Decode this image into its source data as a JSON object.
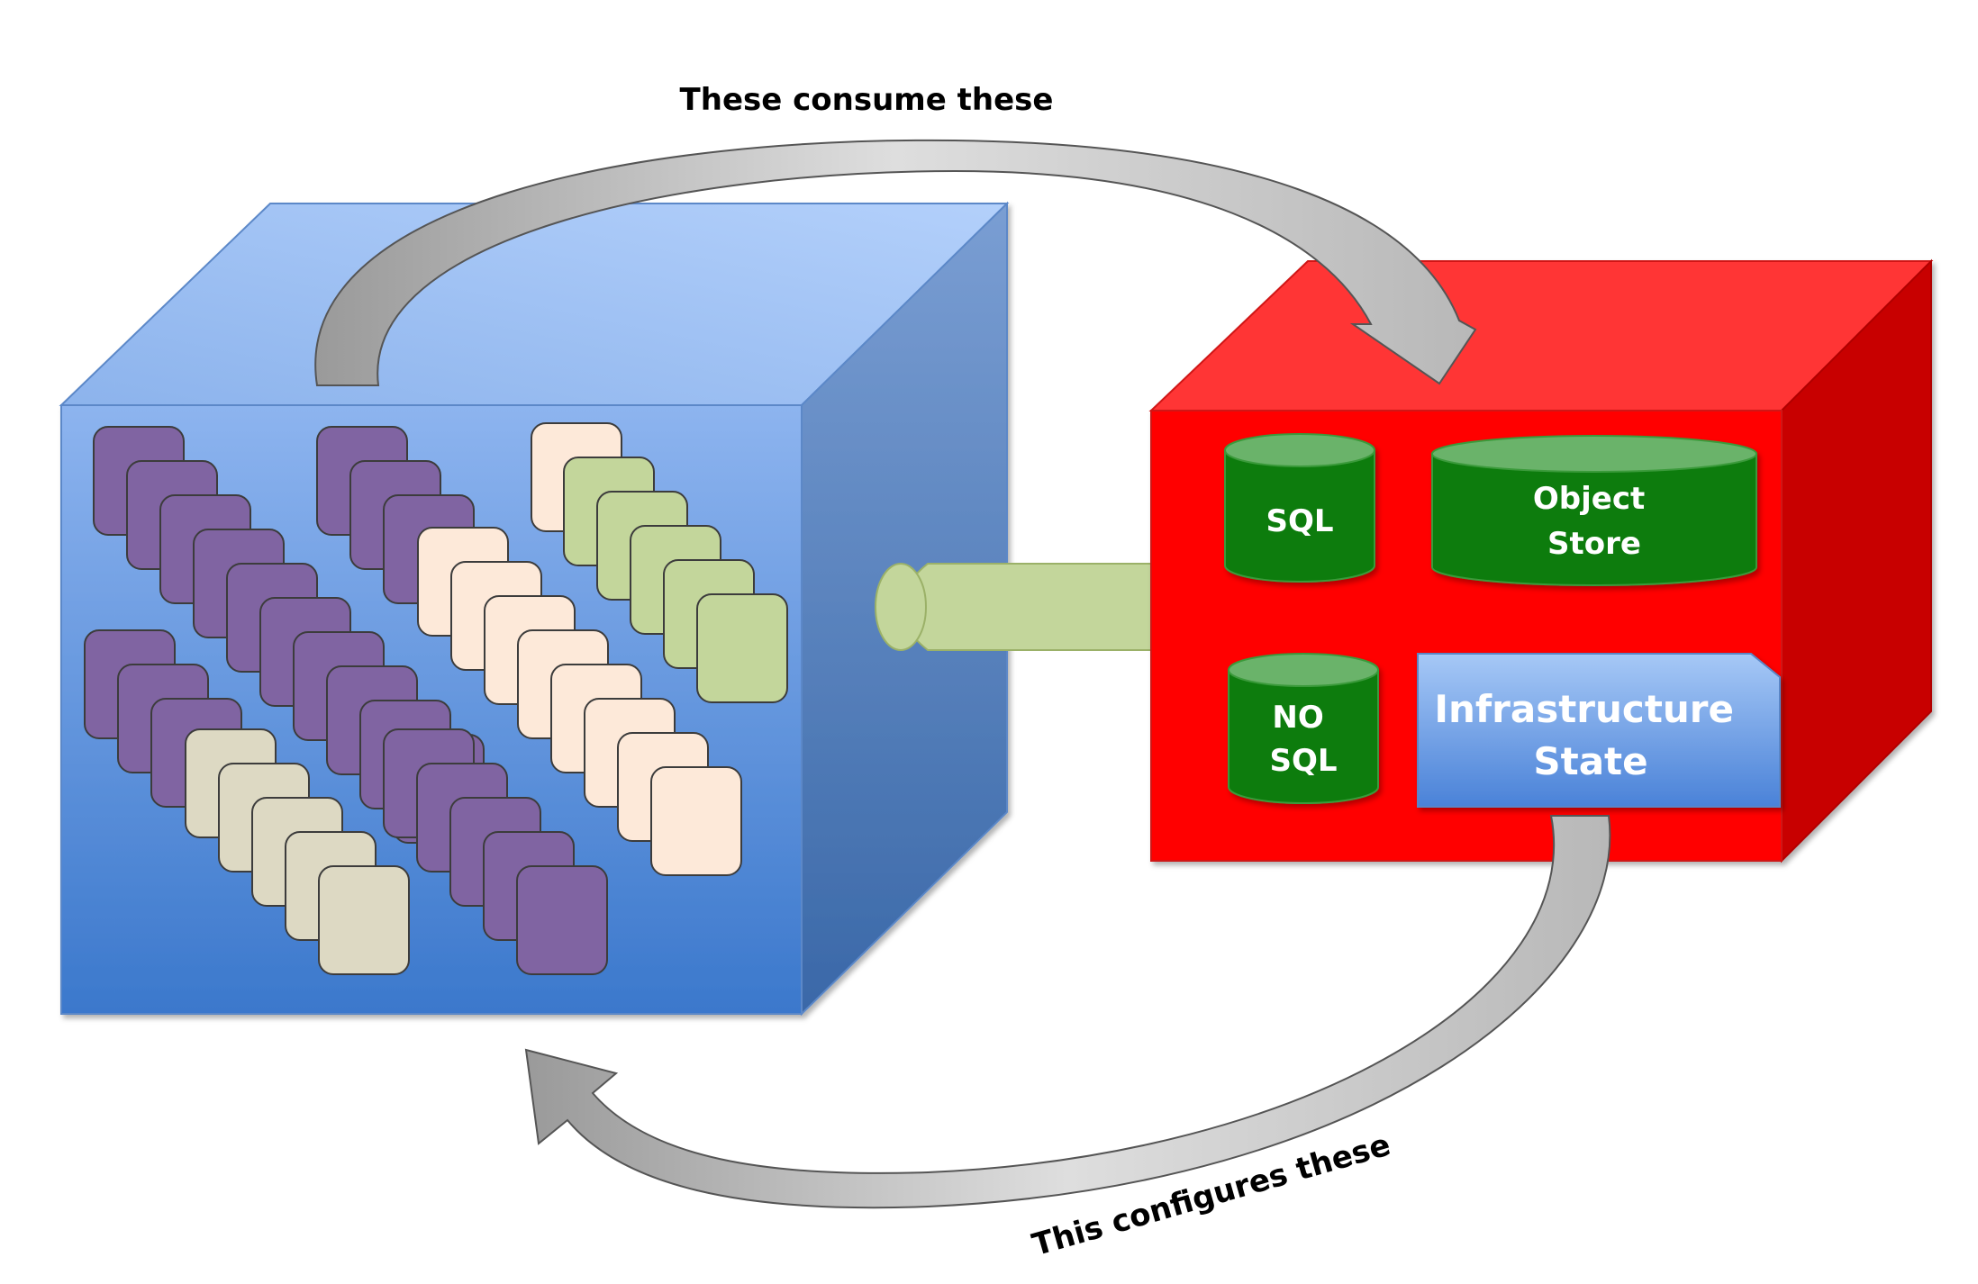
{
  "labels": {
    "top_arrow": "These consume these",
    "bottom_arrow": "This configures these"
  },
  "storage": {
    "sql": "SQL",
    "object_store": [
      "Object",
      "Store"
    ],
    "nosql": [
      "NO",
      "SQL"
    ],
    "infrastructure_state": [
      "Infrastructure",
      "State"
    ]
  },
  "colors": {
    "compute_cube": "#6fa0e6",
    "storage_cube": "#ff0000",
    "connector": "#c3d69b",
    "database": "#0c7c0c",
    "purple_card": "#8064a2",
    "peach_card": "#fde9d9",
    "green_card": "#c3d69b",
    "beige_card": "#ddd9c3",
    "arrow": "#c0c0c0"
  }
}
